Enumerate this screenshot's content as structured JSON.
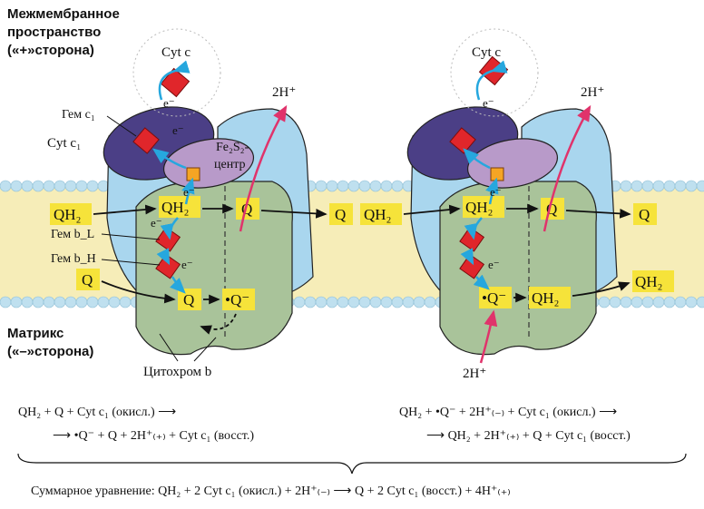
{
  "side_labels": {
    "ims_line1": "Межмембранное",
    "ims_line2": "пространство",
    "ims_line3": "(«+»сторона)",
    "matrix_line1": "Матрикс",
    "matrix_line2": "(«–»сторона)"
  },
  "labels": {
    "cytc": "Cyt c",
    "e": "e⁻",
    "heme_c1": "Гем c₁",
    "cyt_c1": "Cyt c₁",
    "fes_line1": "Fe₂S₂-",
    "fes_line2": "центр",
    "heme_bl": "Гем b_L",
    "heme_bh": "Гем b_H",
    "cytochrome_b": "Цитохром b",
    "two_h_plus": "2H⁺",
    "qh2": "QH₂",
    "q": "Q",
    "semiq": "•Q⁻"
  },
  "equations": {
    "left_line1": "QH₂ + Q + Cyt c₁ (окисл.)  ⟶",
    "left_line2": "⟶   •Q⁻ + Q + 2H⁺₍₊₎ + Cyt c₁ (восст.)",
    "right_line1": "QH₂ +  •Q⁻ + 2H⁺₍₋₎ + Cyt c₁ (окисл.)  ⟶",
    "right_line2": "⟶   QH₂ + 2H⁺₍₊₎ + Q + Cyt c₁ (восст.)",
    "summary": "Суммарное уравнение: QH₂ + 2 Cyt c₁ (окисл.) + 2H⁺₍₋₎  ⟶   Q + 2 Cyt c₁ (восст.) + 4H⁺₍₊₎"
  },
  "colors": {
    "membrane": "#f6edb8",
    "lipid_head": "#bfe0ef",
    "protein_blue": "#a9d6ee",
    "cytb_green": "#a9c39a",
    "cyt_c1_purple": "#4b3f86",
    "fes_purple": "#b89ac9",
    "heme_red": "#e0262b",
    "electron_blue": "#26a7de",
    "proton_pink": "#e0336b",
    "quinone_box": "#f6e33a"
  }
}
